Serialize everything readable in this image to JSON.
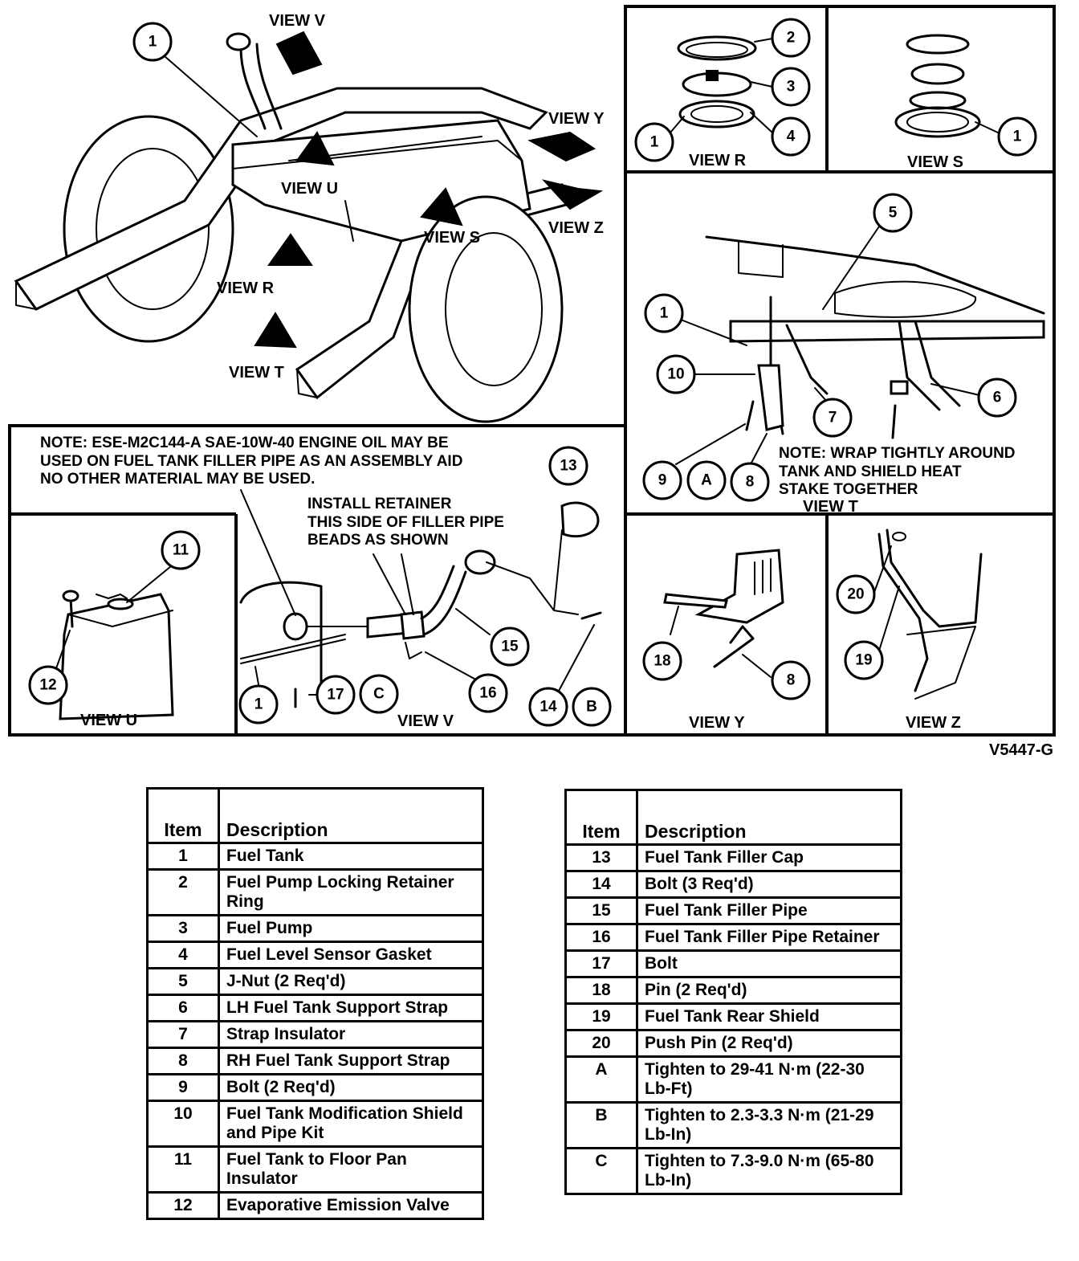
{
  "views": {
    "v": "VIEW V",
    "y": "VIEW Y",
    "u": "VIEW U",
    "z": "VIEW Z",
    "s": "VIEW S",
    "r": "VIEW R",
    "t": "VIEW T"
  },
  "notes": {
    "oil_line1": "NOTE: ESE-M2C144-A SAE-10W-40 ENGINE OIL MAY BE",
    "oil_line2": "USED ON FUEL TANK FILLER PIPE AS AN ASSEMBLY AID",
    "oil_line3": "NO OTHER MATERIAL MAY BE USED.",
    "retainer_line1": "INSTALL RETAINER",
    "retainer_line2": "THIS SIDE OF FILLER PIPE",
    "retainer_line3": "BEADS AS SHOWN",
    "wrap_line1": "NOTE: WRAP TIGHTLY AROUND",
    "wrap_line2": "TANK AND SHIELD HEAT",
    "wrap_line3": "STAKE TOGETHER"
  },
  "figure_code": "V5447-G",
  "callouts": {
    "c1": "1",
    "c2": "2",
    "c3": "3",
    "c4": "4",
    "c5": "5",
    "c6": "6",
    "c7": "7",
    "c8": "8",
    "c9": "9",
    "c10": "10",
    "c11": "11",
    "c12": "12",
    "c13": "13",
    "c14": "14",
    "c15": "15",
    "c16": "16",
    "c17": "17",
    "c18": "18",
    "c19": "19",
    "c20": "20",
    "cA": "A",
    "cB": "B",
    "cC": "C"
  },
  "table_headers": {
    "item": "Item",
    "description": "Description"
  },
  "parts_left": [
    {
      "item": "1",
      "description": "Fuel Tank"
    },
    {
      "item": "2",
      "description": "Fuel Pump Locking Retainer Ring"
    },
    {
      "item": "3",
      "description": "Fuel Pump"
    },
    {
      "item": "4",
      "description": "Fuel Level Sensor Gasket"
    },
    {
      "item": "5",
      "description": "J-Nut (2 Req'd)"
    },
    {
      "item": "6",
      "description": "LH Fuel Tank Support Strap"
    },
    {
      "item": "7",
      "description": "Strap Insulator"
    },
    {
      "item": "8",
      "description": "RH Fuel Tank Support Strap"
    },
    {
      "item": "9",
      "description": "Bolt (2 Req'd)"
    },
    {
      "item": "10",
      "description": "Fuel Tank Modification Shield and Pipe Kit"
    },
    {
      "item": "11",
      "description": "Fuel Tank to Floor Pan Insulator"
    },
    {
      "item": "12",
      "description": "Evaporative Emission Valve"
    }
  ],
  "parts_right": [
    {
      "item": "13",
      "description": "Fuel Tank Filler Cap"
    },
    {
      "item": "14",
      "description": "Bolt (3 Req'd)"
    },
    {
      "item": "15",
      "description": "Fuel Tank Filler Pipe"
    },
    {
      "item": "16",
      "description": "Fuel Tank Filler Pipe Retainer"
    },
    {
      "item": "17",
      "description": "Bolt"
    },
    {
      "item": "18",
      "description": "Pin (2 Req'd)"
    },
    {
      "item": "19",
      "description": "Fuel Tank Rear Shield"
    },
    {
      "item": "20",
      "description": "Push Pin (2 Req'd)"
    },
    {
      "item": "A",
      "description": "Tighten to 29-41 N·m (22-30 Lb-Ft)"
    },
    {
      "item": "B",
      "description": "Tighten to 2.3-3.3 N·m (21-29 Lb-In)"
    },
    {
      "item": "C",
      "description": "Tighten to 7.3-9.0 N·m (65-80 Lb-In)"
    }
  ]
}
